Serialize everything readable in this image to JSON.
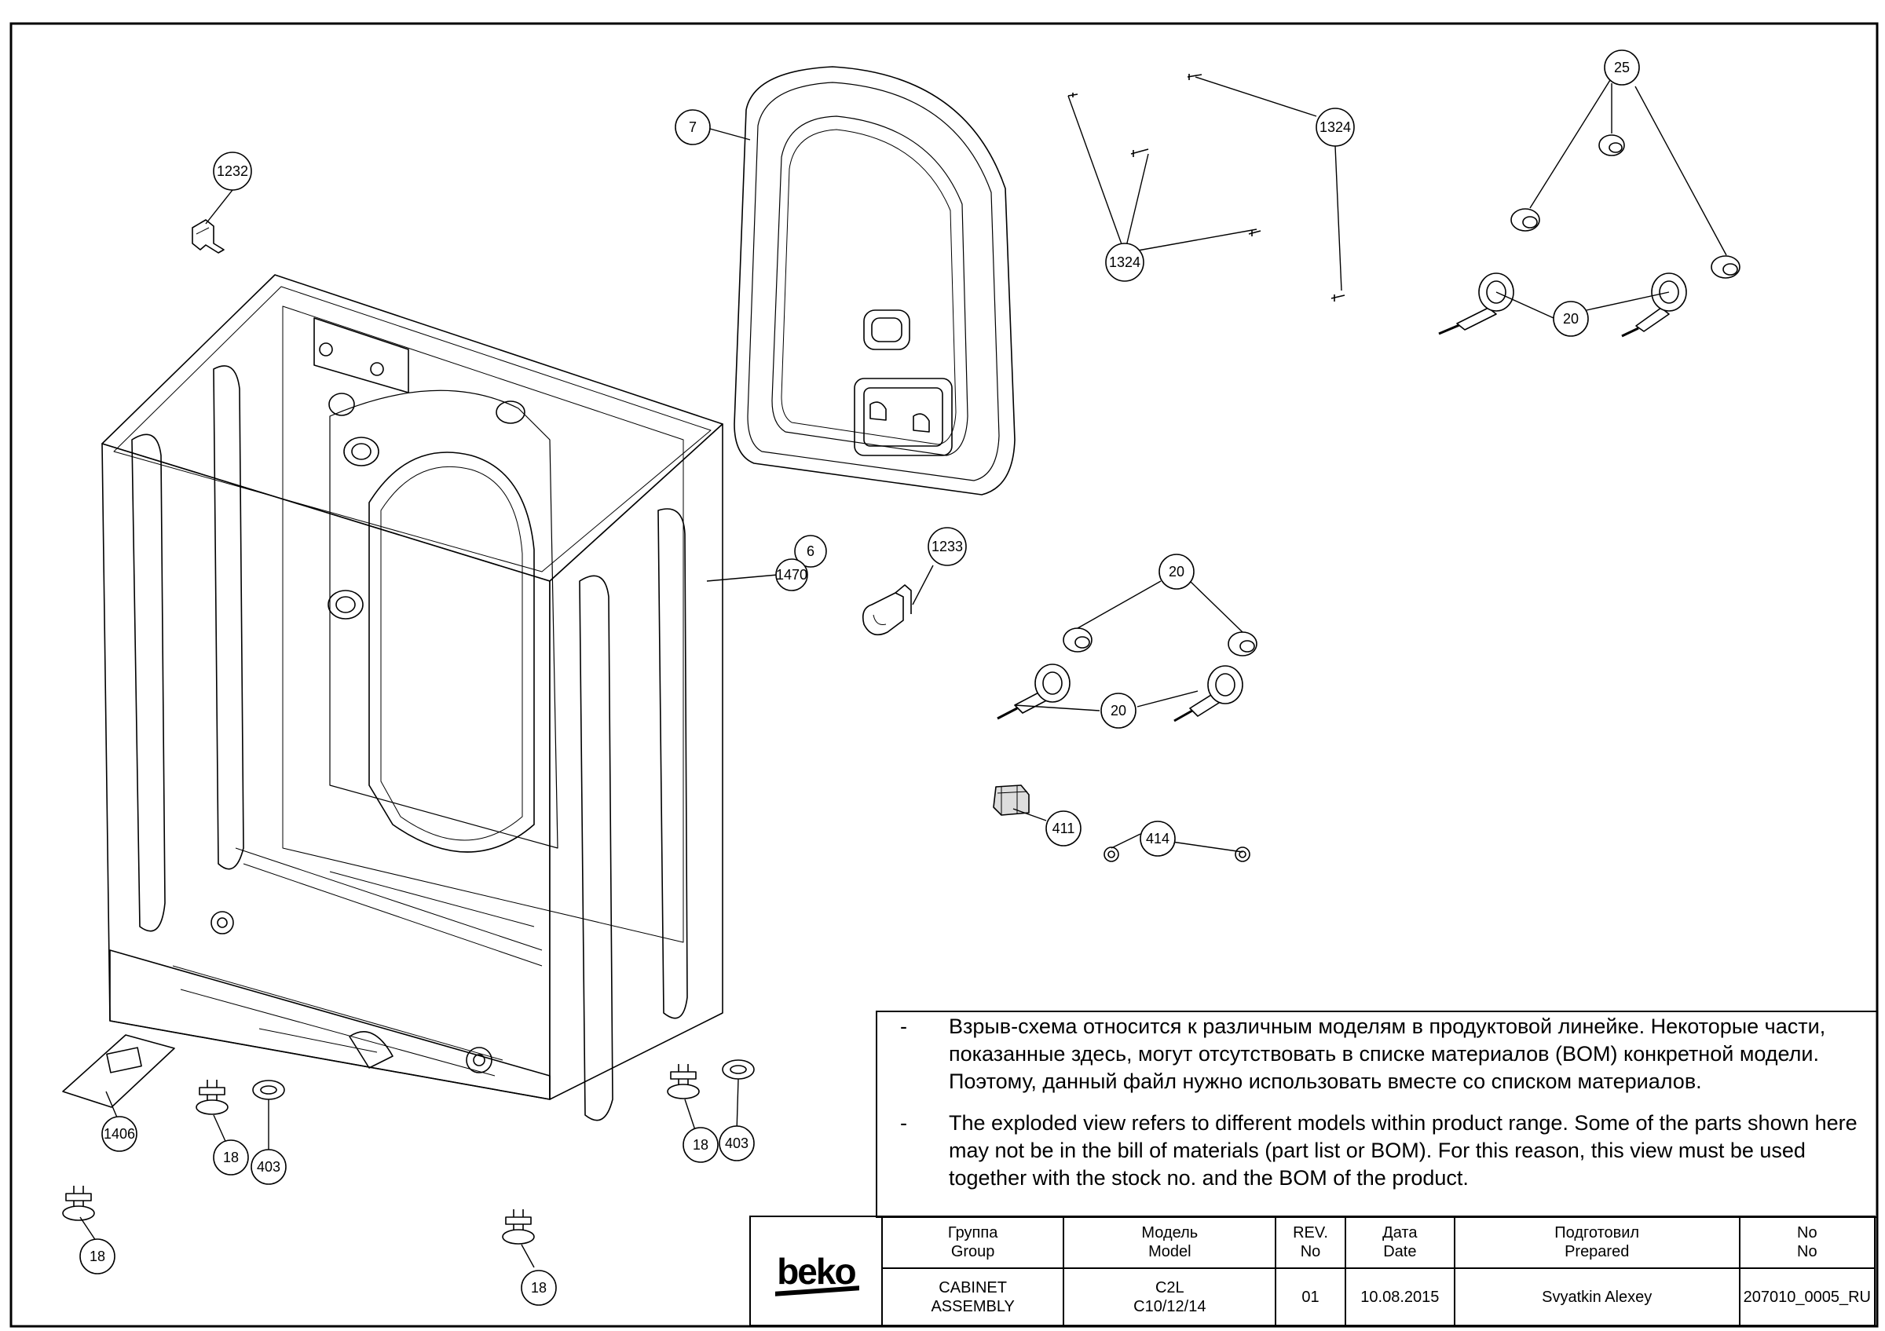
{
  "callouts": [
    {
      "id": "c-1232",
      "label": "1232"
    },
    {
      "id": "c-7",
      "label": "7"
    },
    {
      "id": "c-1324a",
      "label": "1324"
    },
    {
      "id": "c-1324b",
      "label": "1324"
    },
    {
      "id": "c-25",
      "label": "25"
    },
    {
      "id": "c-20a",
      "label": "20"
    },
    {
      "id": "c-6",
      "label": "6"
    },
    {
      "id": "c-1470",
      "label": "1470"
    },
    {
      "id": "c-1233",
      "label": "1233"
    },
    {
      "id": "c-20b",
      "label": "20"
    },
    {
      "id": "c-20c",
      "label": "20"
    },
    {
      "id": "c-411",
      "label": "411"
    },
    {
      "id": "c-414",
      "label": "414"
    },
    {
      "id": "c-1406",
      "label": "1406"
    },
    {
      "id": "c-18a",
      "label": "18"
    },
    {
      "id": "c-403a",
      "label": "403"
    },
    {
      "id": "c-18b",
      "label": "18"
    },
    {
      "id": "c-403b",
      "label": "403"
    },
    {
      "id": "c-18c",
      "label": "18"
    },
    {
      "id": "c-18d",
      "label": "18"
    }
  ],
  "notes": [
    {
      "dash": "-",
      "text": "Взрыв-схема относится к различным моделям в продуктовой линейке. Некоторые части, показанные здесь, могут отсутствовать в списке материалов (BOM) конкретной модели. Поэтому, данный файл нужно использовать вместе со списком материалов."
    },
    {
      "dash": "-",
      "text": "The exploded view refers to different models within product range. Some of the parts shown here may not be in the bill of materials (part list or BOM). For this reason, this view must be used together with the stock no. and the BOM of the product."
    }
  ],
  "title_block": {
    "logo": "beko",
    "headers": {
      "group": {
        "ru": "Группа",
        "en": "Group"
      },
      "model": {
        "ru": "Модель",
        "en": "Model"
      },
      "rev": {
        "ru": "REV.",
        "en": "No"
      },
      "date": {
        "ru": "Дата",
        "en": "Date"
      },
      "prepared": {
        "ru": "Подготовил",
        "en": "Prepared"
      },
      "no": {
        "ru": "No",
        "en": "No"
      }
    },
    "values": {
      "group_line1": "CABINET",
      "group_line2": "ASSEMBLY",
      "model_line1": "C2L",
      "model_line2": "C10/12/14",
      "rev": "01",
      "date": "10.08.2015",
      "prepared": "Svyatkin Alexey",
      "no": "207010_0005_RU"
    }
  }
}
